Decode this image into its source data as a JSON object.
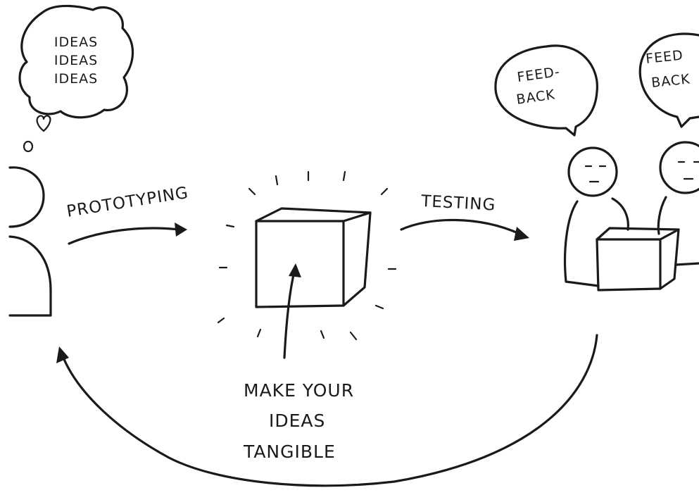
{
  "thought_bubble": {
    "lines": [
      "IDEAS",
      "IDEAS",
      "IDEAS"
    ]
  },
  "feedback_bubbles": [
    {
      "lines": [
        "FEED-",
        "BACK"
      ]
    },
    {
      "lines": [
        "FEED",
        "BACK"
      ]
    }
  ],
  "arrows": {
    "prototyping": "PROTOTYPING",
    "testing": "TESTING"
  },
  "caption": {
    "lines": [
      "MAKE YOUR",
      "IDEAS",
      "TANGIBLE"
    ]
  }
}
